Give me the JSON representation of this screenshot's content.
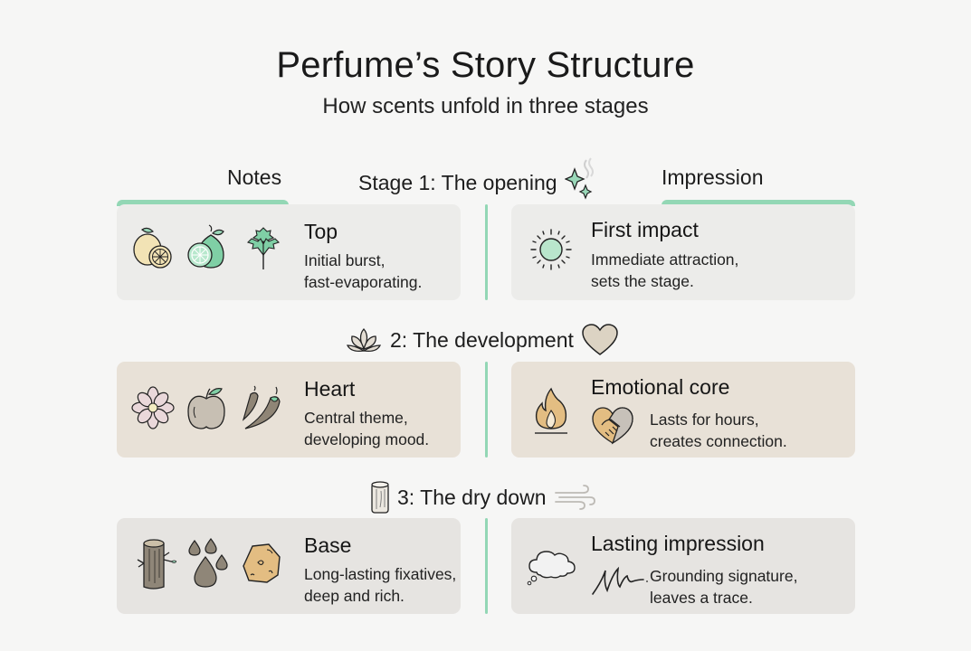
{
  "header": {
    "title": "Perfume’s Story Structure",
    "subtitle": "How scents unfold in three stages"
  },
  "columns": {
    "left": "Notes",
    "right": "Impression"
  },
  "colors": {
    "accent_green": "#93d7b5",
    "stage1_card": "#ececea",
    "stage2_card": "#e8e1d7",
    "stage3_card": "#e6e4e1",
    "background": "#f6f6f5"
  },
  "stages": [
    {
      "heading": "Stage 1: The opening",
      "heading_icons": [
        "sparkle-icon",
        "scent-wisp-icon"
      ],
      "notes": {
        "title": "Top",
        "desc_line1": "Initial burst,",
        "desc_line2": "fast-evaporating.",
        "icons": [
          "lemon-icon",
          "bergamot-icon",
          "herb-leaf-icon"
        ]
      },
      "impression": {
        "title": "First impact",
        "desc_line1": "Immediate attraction,",
        "desc_line2": "sets the stage.",
        "icons": [
          "sun-icon"
        ]
      }
    },
    {
      "heading": "2: The development",
      "heading_icons": [
        "lotus-icon",
        "heart-icon"
      ],
      "notes": {
        "title": "Heart",
        "desc_line1": "Central theme,",
        "desc_line2": "developing mood.",
        "icons": [
          "flower-icon",
          "apple-icon",
          "chili-pepper-icon"
        ]
      },
      "impression": {
        "title": "Emotional core",
        "desc_line1": "Lasts for hours,",
        "desc_line2": "creates connection.",
        "icons": [
          "flame-icon",
          "handshake-heart-icon"
        ]
      }
    },
    {
      "heading": "3: The dry down",
      "heading_icons": [
        "wood-log-icon",
        "wind-icon"
      ],
      "notes": {
        "title": "Base",
        "desc_line1": "Long-lasting fixatives,",
        "desc_line2": "deep and rich.",
        "icons": [
          "tree-trunk-icon",
          "droplets-icon",
          "amber-resin-icon"
        ]
      },
      "impression": {
        "title": "Lasting impression",
        "desc_line1": "Grounding signature,",
        "desc_line2": "leaves a trace.",
        "icons": [
          "thought-cloud-icon",
          "signature-icon"
        ]
      }
    }
  ]
}
